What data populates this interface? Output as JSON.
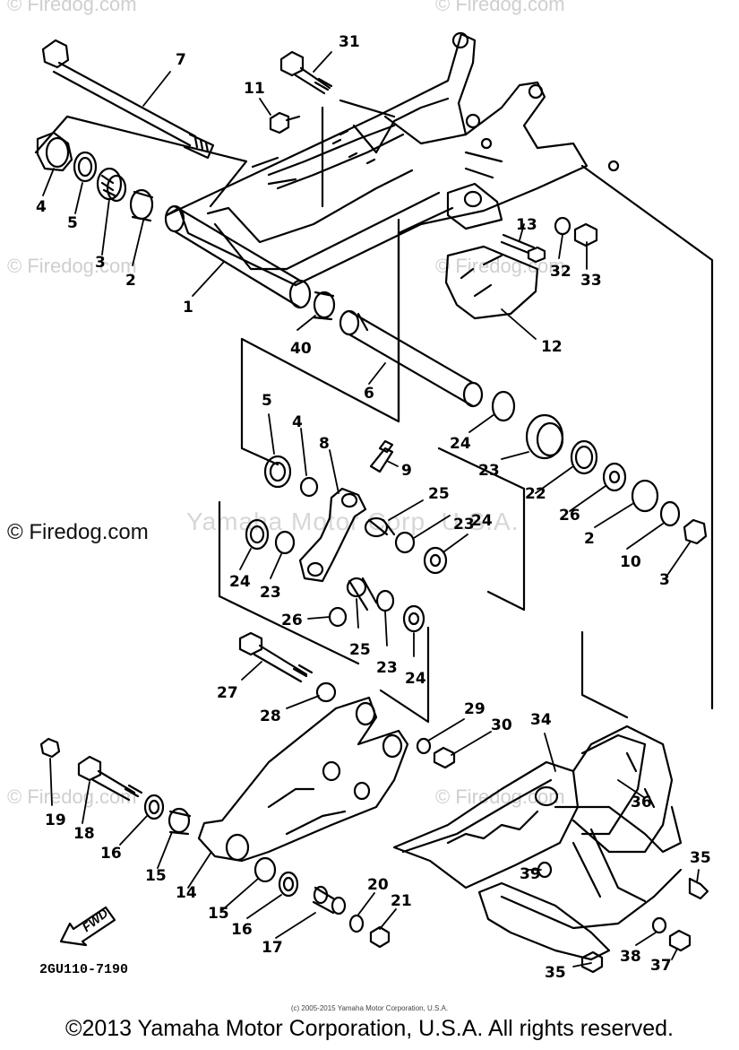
{
  "watermark_corner": "© Firedog.com",
  "watermark_center": "Yamaha Motor Corp. U.S.A.",
  "site_label": "© Firedog.com",
  "fwd_label": "FWD",
  "diagram_code": "2GU110-7190",
  "small_copyright": "(c) 2005-2015 Yamaha Motor Corporation, U.S.A.",
  "copyright": "©2013 Yamaha Motor Corporation, U.S.A. All rights reserved.",
  "callouts": [
    "7",
    "31",
    "11",
    "4",
    "5",
    "3",
    "2",
    "1",
    "13",
    "32",
    "33",
    "12",
    "40",
    "6",
    "24",
    "23",
    "22",
    "26",
    "2",
    "10",
    "3",
    "5",
    "4",
    "8",
    "9",
    "25",
    "23",
    "24",
    "24",
    "23",
    "26",
    "25",
    "23",
    "24",
    "27",
    "28",
    "29",
    "30",
    "34",
    "19",
    "18",
    "16",
    "15",
    "14",
    "15",
    "16",
    "17",
    "20",
    "21",
    "36",
    "35",
    "39",
    "35",
    "38",
    "37"
  ],
  "icons": [
    "fwd-arrow-icon"
  ]
}
